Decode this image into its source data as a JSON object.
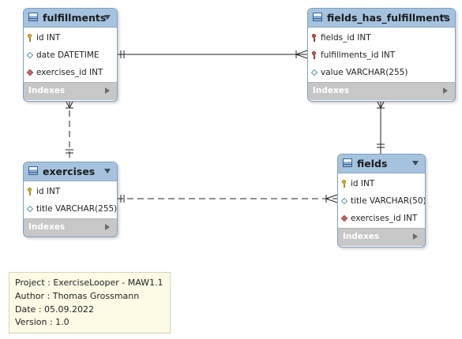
{
  "tables": {
    "fulfillments": {
      "title": "fulfillments",
      "fields": [
        "id INT",
        "date DATETIME",
        "exercises_id INT"
      ],
      "indexes": "Indexes"
    },
    "fields_has_fulfillments": {
      "title": "fields_has_fulfillments",
      "fields": [
        "fields_id INT",
        "fulfillments_id INT",
        "value VARCHAR(255)"
      ],
      "indexes": "Indexes"
    },
    "exercises": {
      "title": "exercises",
      "fields": [
        "id INT",
        "title VARCHAR(255)"
      ],
      "indexes": "Indexes"
    },
    "fields": {
      "title": "fields",
      "fields": [
        "id INT",
        "title VARCHAR(50)",
        "exercises_id INT"
      ],
      "indexes": "Indexes"
    }
  },
  "note": {
    "project": "Project : ExerciseLooper - MAW1.1",
    "author": "Author : Thomas Grossmann",
    "date": "Date : 05.09.2022",
    "version": "Version : 1.0"
  },
  "colors": {
    "header": "#a5c3df",
    "indexes_bar": "#c7c7c7",
    "note_bg": "#fdfbe6"
  },
  "icons": [
    "table-icon",
    "primary-key-icon",
    "foreign-primary-key-icon",
    "column-icon",
    "foreign-key-icon",
    "dropdown-arrow-icon",
    "expand-arrow-icon"
  ]
}
